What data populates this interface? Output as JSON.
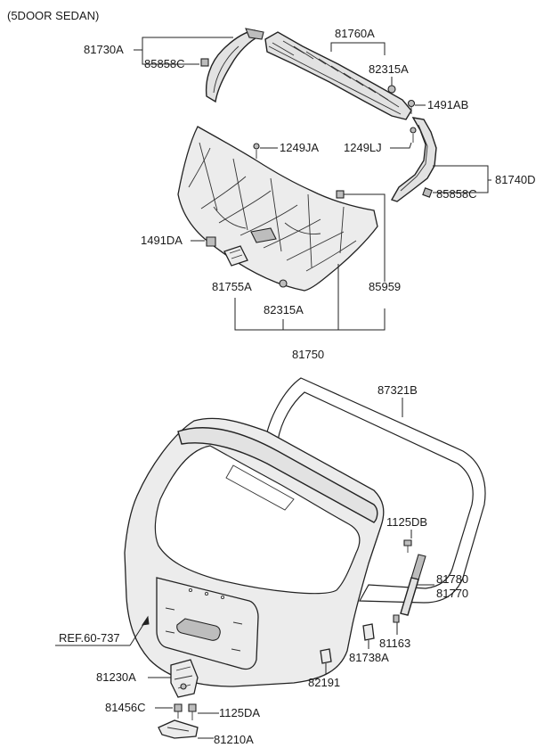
{
  "header": {
    "variant_label": "(5DOOR SEDAN)"
  },
  "labels": {
    "p81730A": "81730A",
    "p85858C_left": "85858C",
    "p81760A": "81760A",
    "p82315A_top": "82315A",
    "p1491AB": "1491AB",
    "p1249JA": "1249JA",
    "p1249LJ": "1249LJ",
    "p81740D": "81740D",
    "p85858C_right": "85858C",
    "p1491DA": "1491DA",
    "p81755A": "81755A",
    "p85959": "85959",
    "p82315A_mid": "82315A",
    "p81750": "81750",
    "p87321B": "87321B",
    "p1125DB": "1125DB",
    "p81780": "81780",
    "p81770": "81770",
    "p81163": "81163",
    "p81738A": "81738A",
    "ref_60_737": "REF.60-737",
    "p82191": "82191",
    "p81230A": "81230A",
    "p81456C": "81456C",
    "p1125DA": "1125DA",
    "p81210A": "81210A"
  }
}
